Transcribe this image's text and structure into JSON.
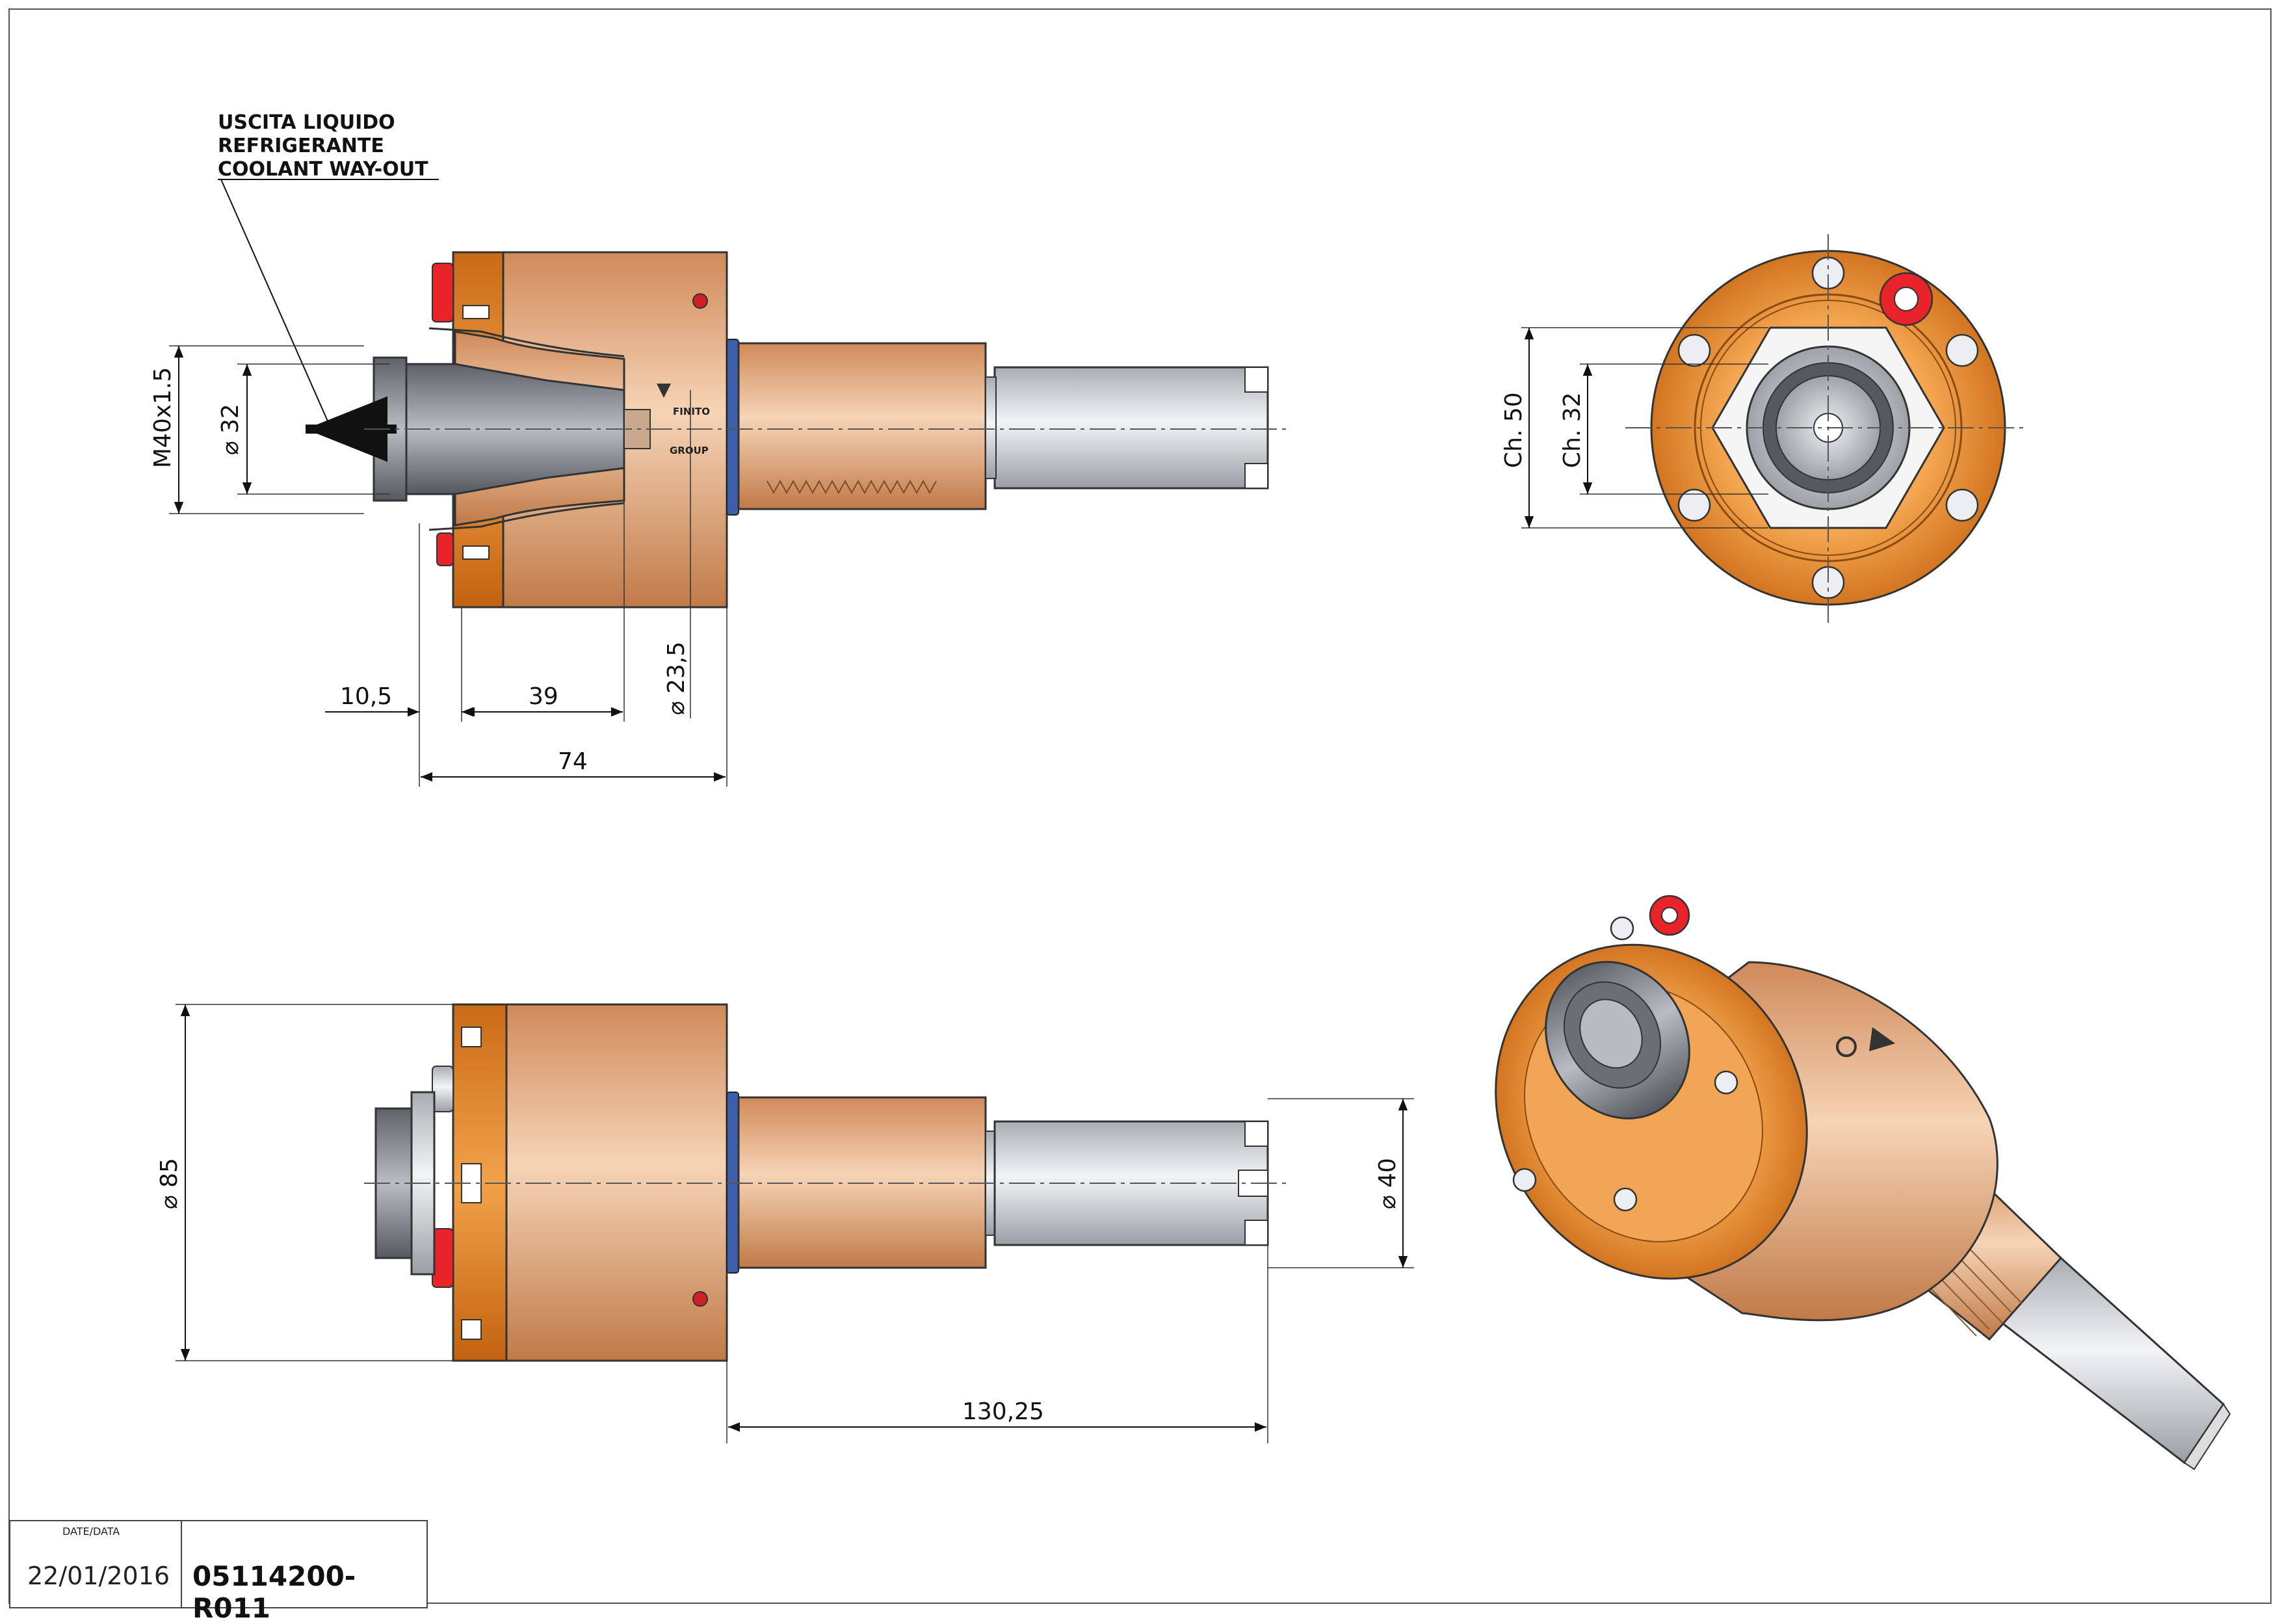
{
  "annotation": {
    "lines": [
      "USCITA LIQUIDO",
      "REFRIGERANTE",
      "COOLANT WAY-OUT"
    ]
  },
  "dimensions": {
    "thread": "M40x1.5",
    "dia_32_side": "⌀ 32",
    "dia_23_5": "⌀ 23,5",
    "len_10_5": "10,5",
    "len_39": "39",
    "len_74": "74",
    "ch_50": "Ch. 50",
    "ch_32": "Ch. 32",
    "dia_85": "⌀ 85",
    "dia_40": "⌀ 40",
    "len_130_25": "130,25"
  },
  "markings": {
    "finito": "FINITO",
    "group": "GROUP"
  },
  "title_block": {
    "date_label": "DATE/DATA",
    "date": "22/01/2016",
    "code": "05114200-R011"
  },
  "colors": {
    "orange_body": "#d9822b",
    "copper_body": "#e3a578",
    "steel": "#c9ccd1",
    "red_plug": "#e8232a",
    "blue_ring": "#3b5fa8"
  }
}
